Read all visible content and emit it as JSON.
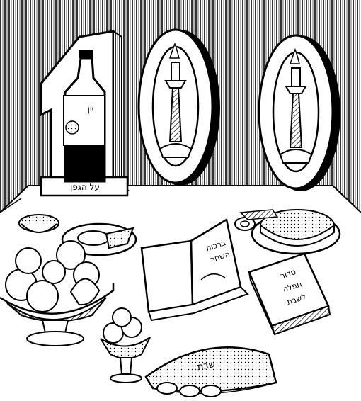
{
  "illustration": {
    "bottle_label": "יין",
    "blessing_plaque": "על הגפן",
    "open_book": {
      "line1": "ברכות",
      "line2": "השחר"
    },
    "closed_book": {
      "line1": "סדור",
      "line2": "תפלה",
      "line3": "לשבת"
    },
    "challah_cover": "שבת"
  },
  "colors": {
    "ink": "#000000",
    "paper": "#ffffff"
  }
}
